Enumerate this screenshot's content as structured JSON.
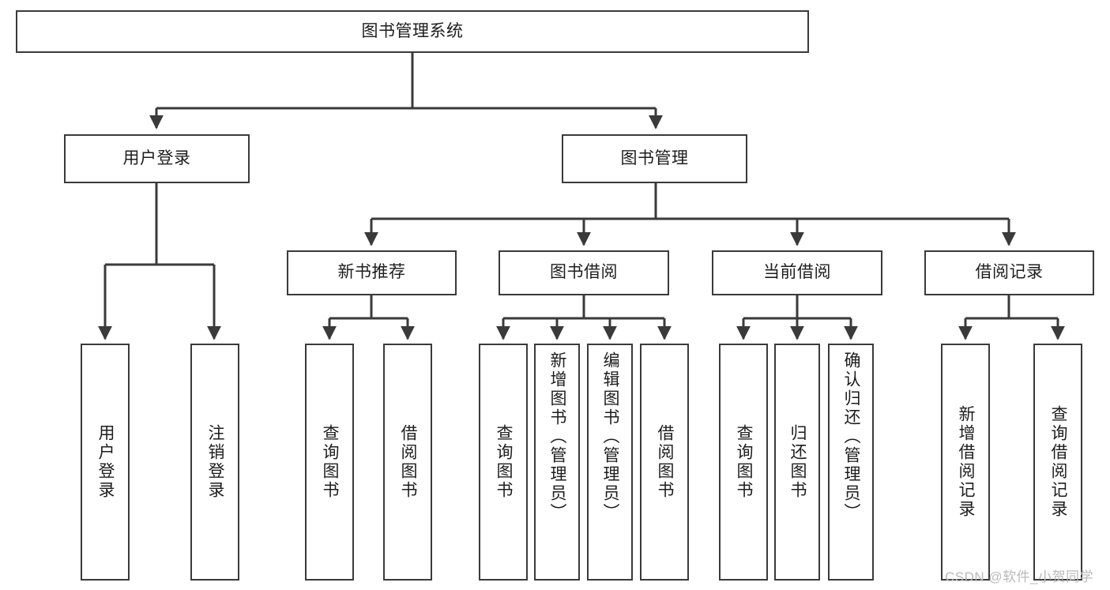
{
  "diagram": {
    "title": "图书管理系统",
    "colors": {
      "box_border": "#3a3a3a",
      "connector": "#3a3a3a",
      "text": "#1d1d1d",
      "background": "#ffffff",
      "watermark": "#b9b9b9"
    },
    "root": {
      "label": "图书管理系统"
    },
    "level2": [
      {
        "label": "用户登录"
      },
      {
        "label": "图书管理"
      }
    ],
    "level3": [
      {
        "label": "新书推荐"
      },
      {
        "label": "图书借阅"
      },
      {
        "label": "当前借阅"
      },
      {
        "label": "借阅记录"
      }
    ],
    "leaves": [
      {
        "label": "用户登录",
        "parent": "用户登录"
      },
      {
        "label": "注销登录",
        "parent": "用户登录"
      },
      {
        "label": "查询图书",
        "parent": "新书推荐"
      },
      {
        "label": "借阅图书",
        "parent": "新书推荐"
      },
      {
        "label": "查询图书",
        "parent": "图书借阅"
      },
      {
        "label": "新增图书（管理员）",
        "parent": "图书借阅"
      },
      {
        "label": "编辑图书（管理员）",
        "parent": "图书借阅"
      },
      {
        "label": "借阅图书",
        "parent": "图书借阅"
      },
      {
        "label": "查询图书",
        "parent": "当前借阅"
      },
      {
        "label": "归还图书",
        "parent": "当前借阅"
      },
      {
        "label": "确认归还（管理员）",
        "parent": "当前借阅"
      },
      {
        "label": "新增借阅记录",
        "parent": "借阅记录"
      },
      {
        "label": "查询借阅记录",
        "parent": "借阅记录"
      }
    ]
  },
  "watermark": {
    "text": "CSDN @软件_小贺同学"
  }
}
